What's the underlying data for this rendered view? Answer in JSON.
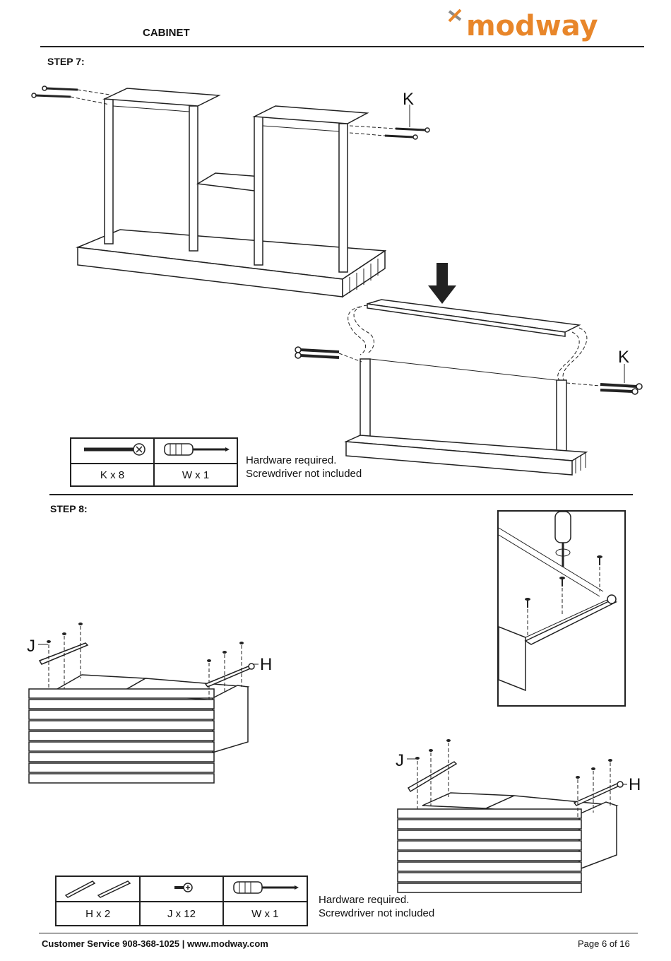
{
  "header": {
    "title": "CABINET",
    "logo_text": "modway",
    "logo_color": "#E8862A",
    "logo_mark_color": "#8A8A8A"
  },
  "step7": {
    "label": "STEP 7:",
    "callout_k_top": "K",
    "callout_k_right": "K",
    "hardware": {
      "item1": "K x 8",
      "item2": "W x 1"
    },
    "note_line1": "Hardware required.",
    "note_line2": "Screwdriver not included"
  },
  "step8": {
    "label": "STEP 8:",
    "callout_j_left": "J",
    "callout_h_left": "H",
    "callout_j_right": "J",
    "callout_h_right": "H",
    "hardware": {
      "item1": "H x 2",
      "item2": "J x 12",
      "item3": "W x 1"
    },
    "note_line1": "Hardware required.",
    "note_line2": "Screwdriver not included"
  },
  "footer": {
    "customer_service": "Customer Service 908-368-1025 | www.modway.com",
    "page": "Page 6 of 16"
  }
}
